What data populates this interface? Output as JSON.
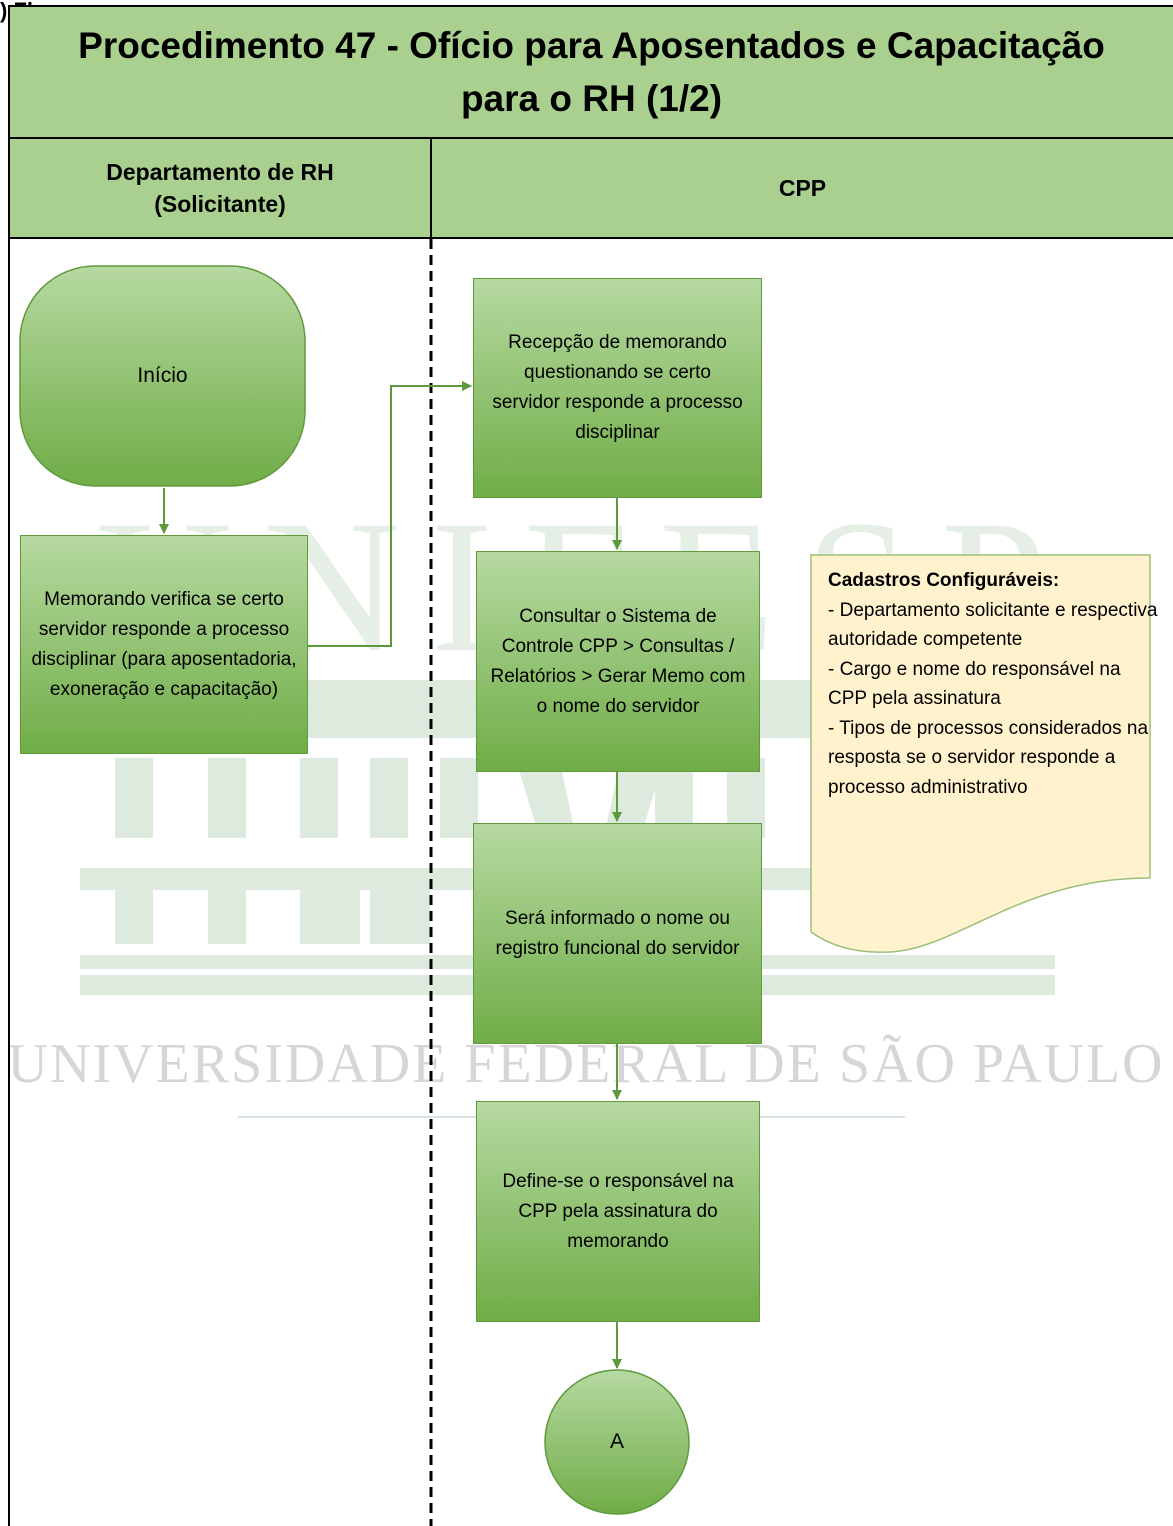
{
  "page": {
    "fragment": ") Fluxogr",
    "title": "Procedimento 47 - Ofício para Aposentados e Capacitação para o RH (1/2)",
    "watermark": {
      "line1": "UNIFESP",
      "line2": "UNIVERSIDADE FEDERAL DE SÃO PAULO"
    }
  },
  "lanes": [
    {
      "label": "Departamento de RH (Solicitante)"
    },
    {
      "label": "CPP"
    }
  ],
  "nodes": {
    "start": "Início",
    "memo": "Memorando verifica se certo servidor responde a processo disciplinar (para aposentadoria, exoneração e capacitação)",
    "reception": "Recepção de memorando questionando se certo servidor responde a processo disciplinar",
    "consult": "Consultar o Sistema de Controle CPP > Consultas / Relatórios > Gerar Memo com o nome do servidor",
    "inform": "Será informado o nome ou registro funcional do servidor",
    "define": "Define-se o responsável na CPP pela assinatura do memorando",
    "connector": "A"
  },
  "note": {
    "heading": "Cadastros Configuráveis:",
    "lines": [
      "- Departamento solicitante e respectiva autoridade competente",
      "- Cargo e nome do responsável na CPP pela assinatura",
      "- Tipos de processos considerados na resposta se o servidor responde a processo administrativo"
    ]
  },
  "colors": {
    "band": "#a9d08e",
    "node_top": "#b6d9a1",
    "node_bottom": "#70ad47",
    "arrow": "#5a9a3a",
    "note_fill": "#fff2cc",
    "watermark": "#dde9dd"
  }
}
